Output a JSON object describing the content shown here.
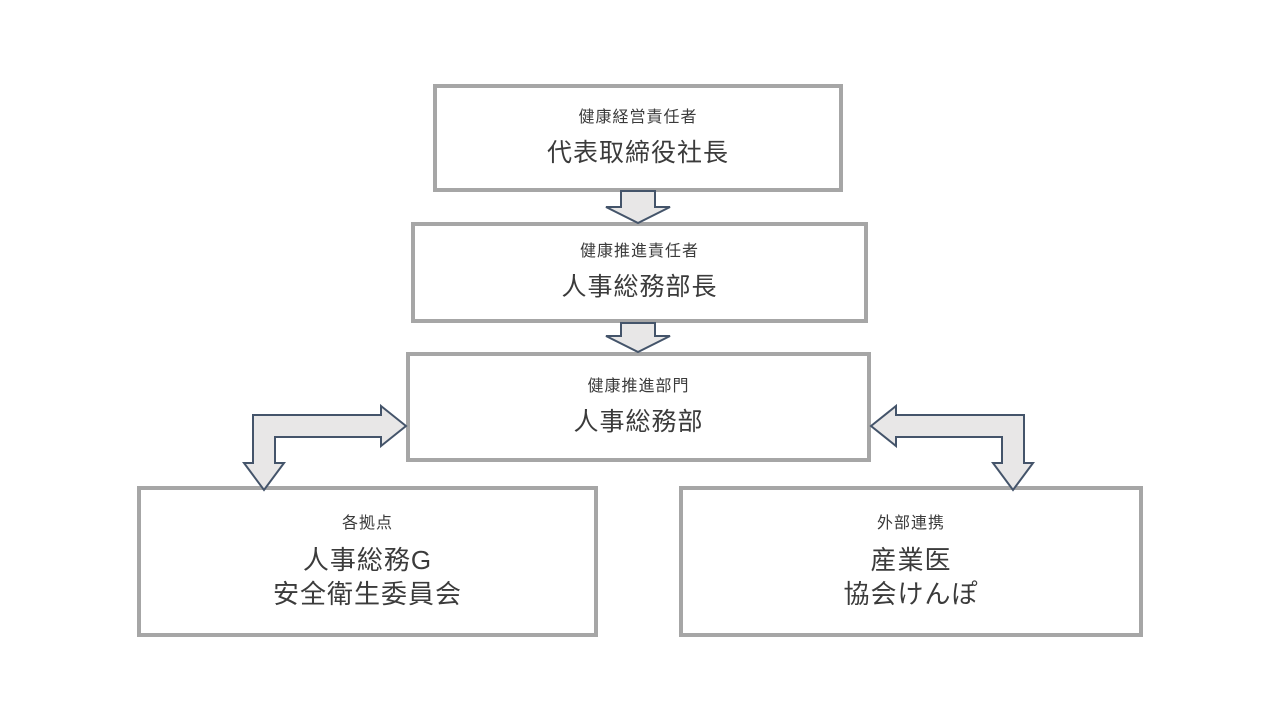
{
  "diagram": {
    "type": "org-chart",
    "background": "#ffffff",
    "colors": {
      "background": "#ffffff",
      "box_border": "#a6a6a6",
      "box_fill": "#ffffff",
      "arrow_fill": "#e8e7e7",
      "arrow_outline": "#44546a",
      "text": "#3b3b3b"
    },
    "nodes": [
      {
        "role": "健康経営責任者",
        "title": "代表取締役社長"
      },
      {
        "role": "健康推進責任者",
        "title": "人事総務部長"
      },
      {
        "role": "健康推進部門",
        "title": "人事総務部"
      },
      {
        "role": "各拠点",
        "title": "人事総務G",
        "title2": "安全衛生委員会"
      },
      {
        "role": "外部連携",
        "title": "産業医",
        "title2": "協会けんぽ"
      }
    ],
    "connectors": [
      {
        "shape": "down-block-arrow",
        "from": 0,
        "to": 1
      },
      {
        "shape": "down-block-arrow",
        "from": 1,
        "to": 2
      },
      {
        "shape": "elbow-double-block-arrow",
        "from": 2,
        "to": 3
      },
      {
        "shape": "elbow-double-block-arrow",
        "from": 2,
        "to": 4
      }
    ]
  }
}
